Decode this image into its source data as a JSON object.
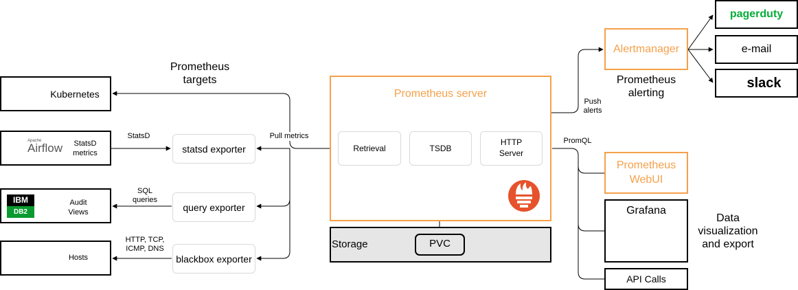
{
  "diagram": {
    "targets_title": "Prometheus\ntargets",
    "server_title": "Prometheus server",
    "alerting_title": "Prometheus\nalerting",
    "dataviz_title": "Data\nvisualization\nand export",
    "kubernetes": "Kubernetes",
    "airflow_label": "StatsD\nmetrics",
    "airflow_logo_small": "Apache",
    "airflow_logo": "Airflow",
    "db2_label": "Audit\nViews",
    "ibm_logo": "IBM",
    "db2_logo": "DB2",
    "hosts": "Hosts",
    "statsd_exporter": "statsd exporter",
    "query_exporter": "query exporter",
    "blackbox_exporter": "blackbox exporter",
    "edge_statsd": "StatsD",
    "edge_sql": "SQL\nqueries",
    "edge_blackbox": "HTTP, TCP,\nICMP, DNS",
    "edge_pull": "Pull metrics",
    "retrieval": "Retrieval",
    "tsdb": "TSDB",
    "http_server": "HTTP\nServer",
    "storage": "Storage",
    "pvc": "PVC",
    "alertmanager": "Alertmanager",
    "edge_push": "Push\nalerts",
    "pagerduty": "pagerduty",
    "email": "e-mail",
    "slack": "slack",
    "edge_promql": "PromQL",
    "webui": "Prometheus\nWebUI",
    "grafana": "Grafana",
    "api_calls": "API Calls"
  },
  "colors": {
    "prometheus_orange": "#f5a04a",
    "prometheus_logo": "#e6522c",
    "kubernetes_blue": "#326ce5",
    "pagerduty_green": "#06ac38",
    "db2_green": "#0a9a2f",
    "storage_fill": "#e6e6e6"
  }
}
